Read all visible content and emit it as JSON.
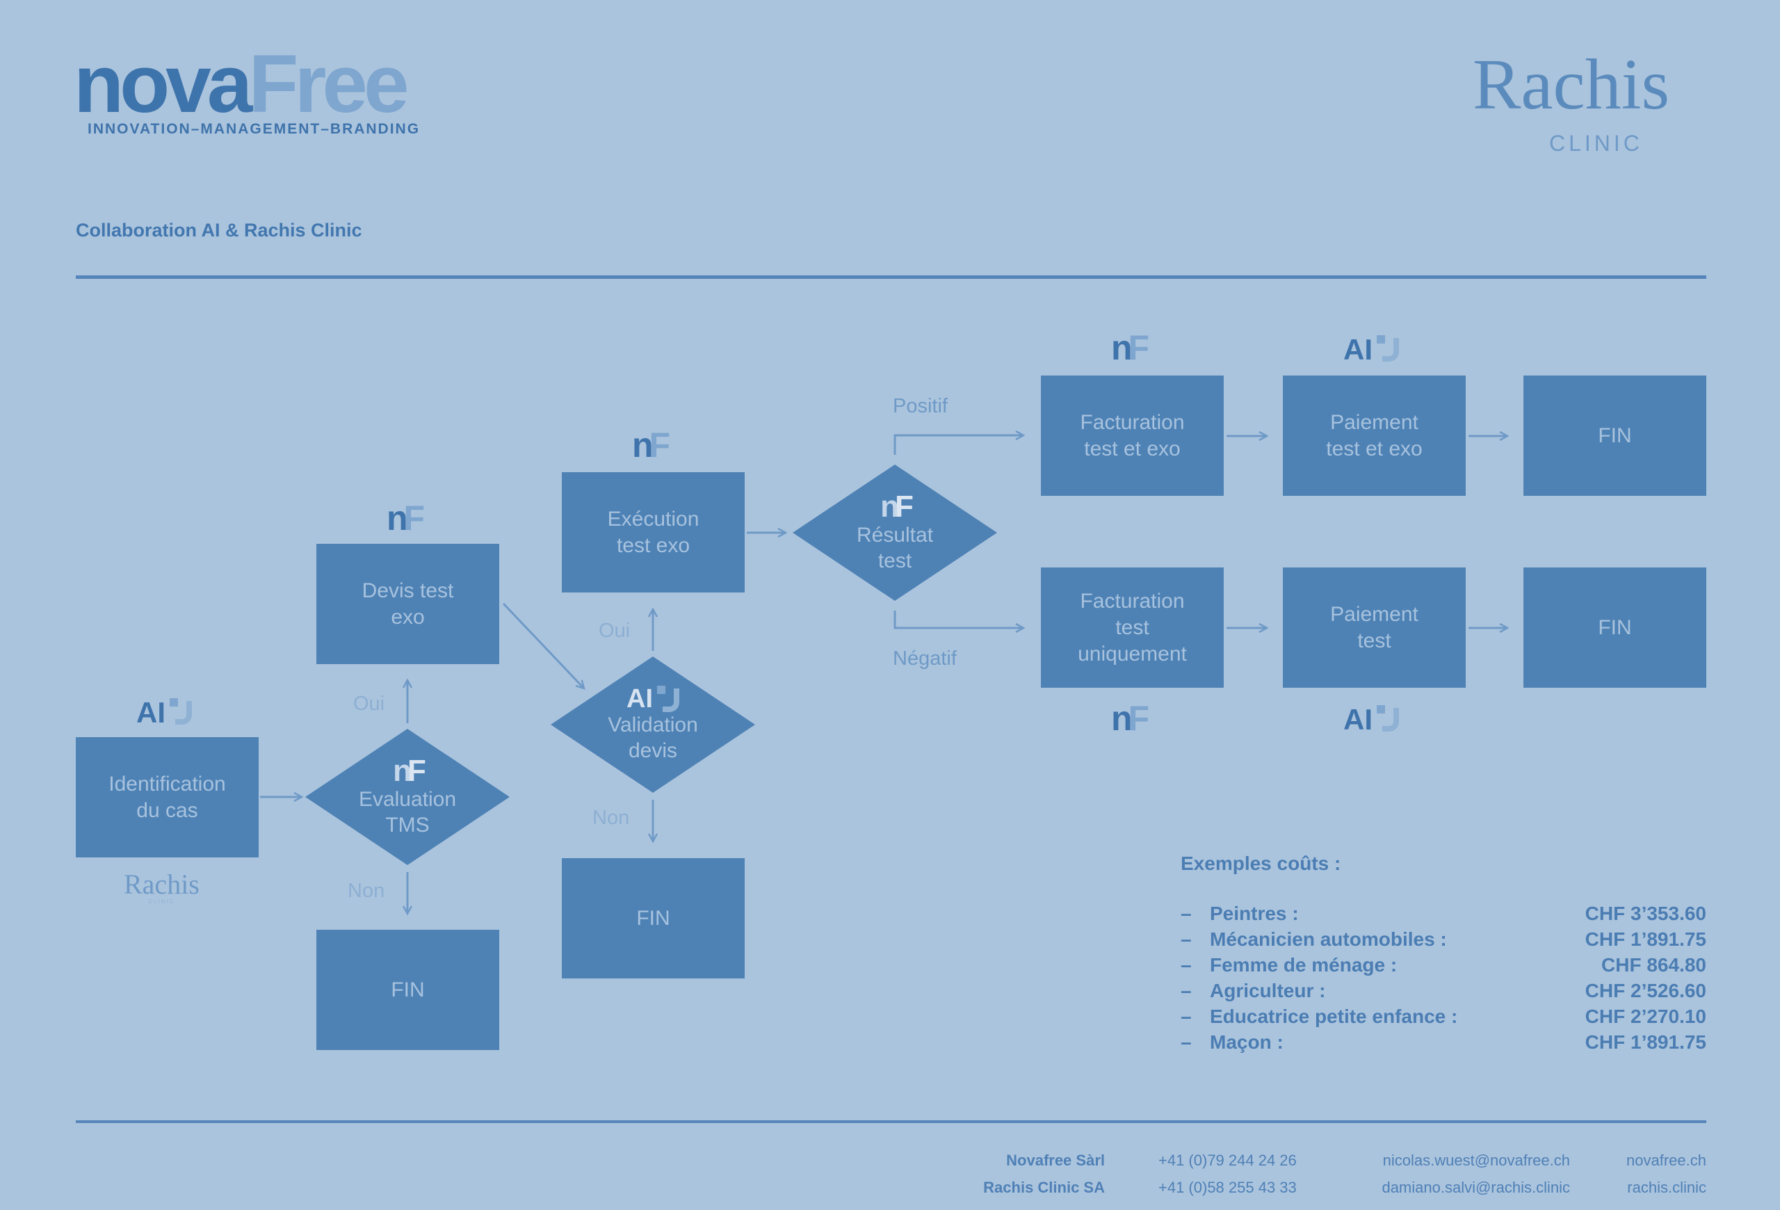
{
  "header": {
    "logo_left": {
      "part1": "nova",
      "part2": "Free",
      "tagline": "INNOVATION–MANAGEMENT–BRANDING"
    },
    "logo_right": {
      "name": "Rachis",
      "sub": "CLINIC"
    },
    "subtitle": "Collaboration AI & Rachis Clinic"
  },
  "badges": {
    "nf_n": "n",
    "nf_f": "F",
    "ai": "AI",
    "rachis": "Rachis",
    "rachis_sub": "CLINIC"
  },
  "flow": {
    "identification": "Identification\ndu cas",
    "evaluation": "Evaluation\nTMS",
    "devis": "Devis test\nexo",
    "fin": "FIN",
    "validation": "Validation\ndevis",
    "execution": "Exécution\ntest exo",
    "resultat": "Résultat\ntest",
    "facturation_exo": "Facturation\ntest et exo",
    "paiement_exo": "Paiement\ntest et exo",
    "facturation_test": "Facturation\ntest\nuniquement",
    "paiement_test": "Paiement\ntest",
    "oui": "Oui",
    "non": "Non",
    "positif": "Positif",
    "negatif": "Négatif"
  },
  "costs": {
    "title": "Exemples coûts :",
    "dash": "–",
    "items": [
      {
        "label": "Peintres :",
        "value": "CHF 3’353.60"
      },
      {
        "label": "Mécanicien automobiles :",
        "value": "CHF 1’891.75"
      },
      {
        "label": "Femme de ménage :",
        "value": "CHF 864.80"
      },
      {
        "label": "Agriculteur :",
        "value": "CHF 2’526.60"
      },
      {
        "label": "Educatrice petite enfance :",
        "value": "CHF 2’270.10"
      },
      {
        "label": "Maçon :",
        "value": "CHF 1’891.75"
      }
    ]
  },
  "footer": {
    "rows": [
      {
        "company": "Novafree Sàrl",
        "phone": "+41 (0)79 244 24 26",
        "email": "nicolas.wuest@novafree.ch",
        "web": "novafree.ch"
      },
      {
        "company": "Rachis Clinic SA",
        "phone": "+41 (0)58 255 43 33",
        "email": "damiano.salvi@rachis.clinic",
        "web": "rachis.clinic"
      }
    ]
  }
}
